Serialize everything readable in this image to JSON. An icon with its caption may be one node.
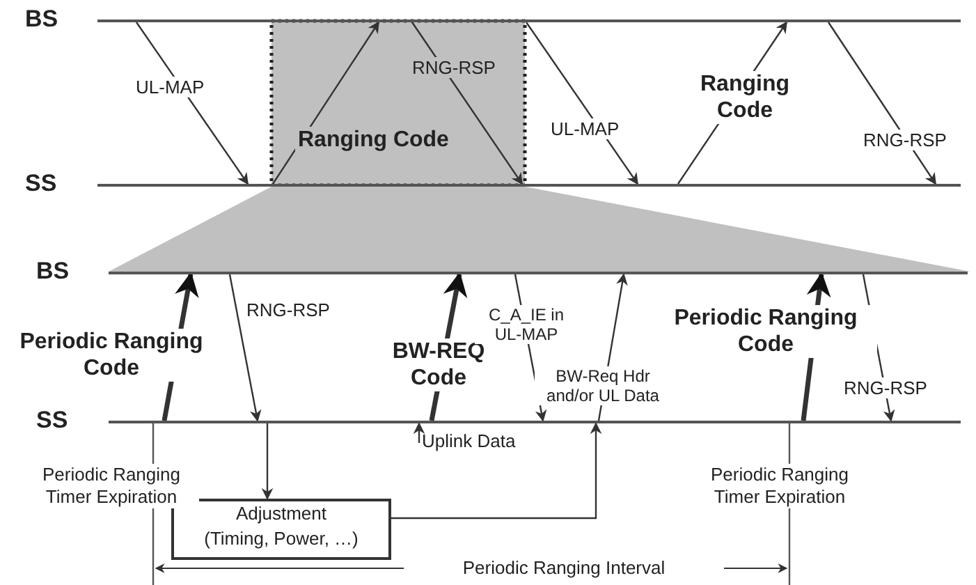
{
  "diagram": {
    "nodes": [
      {
        "text": [
          "BS"
        ]
      },
      {
        "text": [
          "SS"
        ]
      },
      {
        "text": [
          "BS"
        ]
      },
      {
        "text": [
          "SS"
        ]
      },
      {
        "text": [
          "Adjustment",
          "(Timing, Power, …)"
        ]
      },
      {
        "text": [
          "Uplink Data"
        ]
      }
    ],
    "edges": [
      {
        "from": 0,
        "to": 1,
        "arrow": "to",
        "label": "UL-MAP"
      },
      {
        "from": 1,
        "to": 0,
        "arrow": "to",
        "label": "Ranging Code"
      },
      {
        "from": 0,
        "to": 1,
        "arrow": "to",
        "label": "RNG-RSP"
      },
      {
        "from": 0,
        "to": 1,
        "arrow": "to",
        "label": "UL-MAP"
      },
      {
        "from": 1,
        "to": 0,
        "arrow": "to",
        "label": "Ranging Code"
      },
      {
        "from": 0,
        "to": 1,
        "arrow": "to",
        "label": "RNG-RSP"
      },
      {
        "from": 3,
        "to": 2,
        "arrow": "to",
        "label": "Periodic Ranging Code",
        "style": "thick"
      },
      {
        "from": 2,
        "to": 3,
        "arrow": "to",
        "label": "RNG-RSP"
      },
      {
        "from": 3,
        "to": 2,
        "arrow": "to",
        "label": "BW-REQ Code",
        "style": "thick"
      },
      {
        "from": 2,
        "to": 3,
        "arrow": "to",
        "label": "C_A_IE in UL-MAP"
      },
      {
        "from": 3,
        "to": 2,
        "arrow": "to",
        "label": "BW-Req Hdr and/or UL Data"
      },
      {
        "from": 3,
        "to": 2,
        "arrow": "to",
        "label": "Periodic Ranging Code",
        "style": "thick"
      },
      {
        "from": 2,
        "to": 3,
        "arrow": "to",
        "label": "RNG-RSP"
      },
      {
        "from": 3,
        "to": 4,
        "arrow": "to"
      },
      {
        "from": 4,
        "to": 3,
        "arrow": "to"
      },
      {
        "from": 5,
        "to": 3,
        "arrow": "to"
      }
    ],
    "labels": [
      "Periodic Ranging Timer Expiration",
      "Periodic Ranging Timer Expiration",
      "Periodic Ranging Interval"
    ]
  }
}
